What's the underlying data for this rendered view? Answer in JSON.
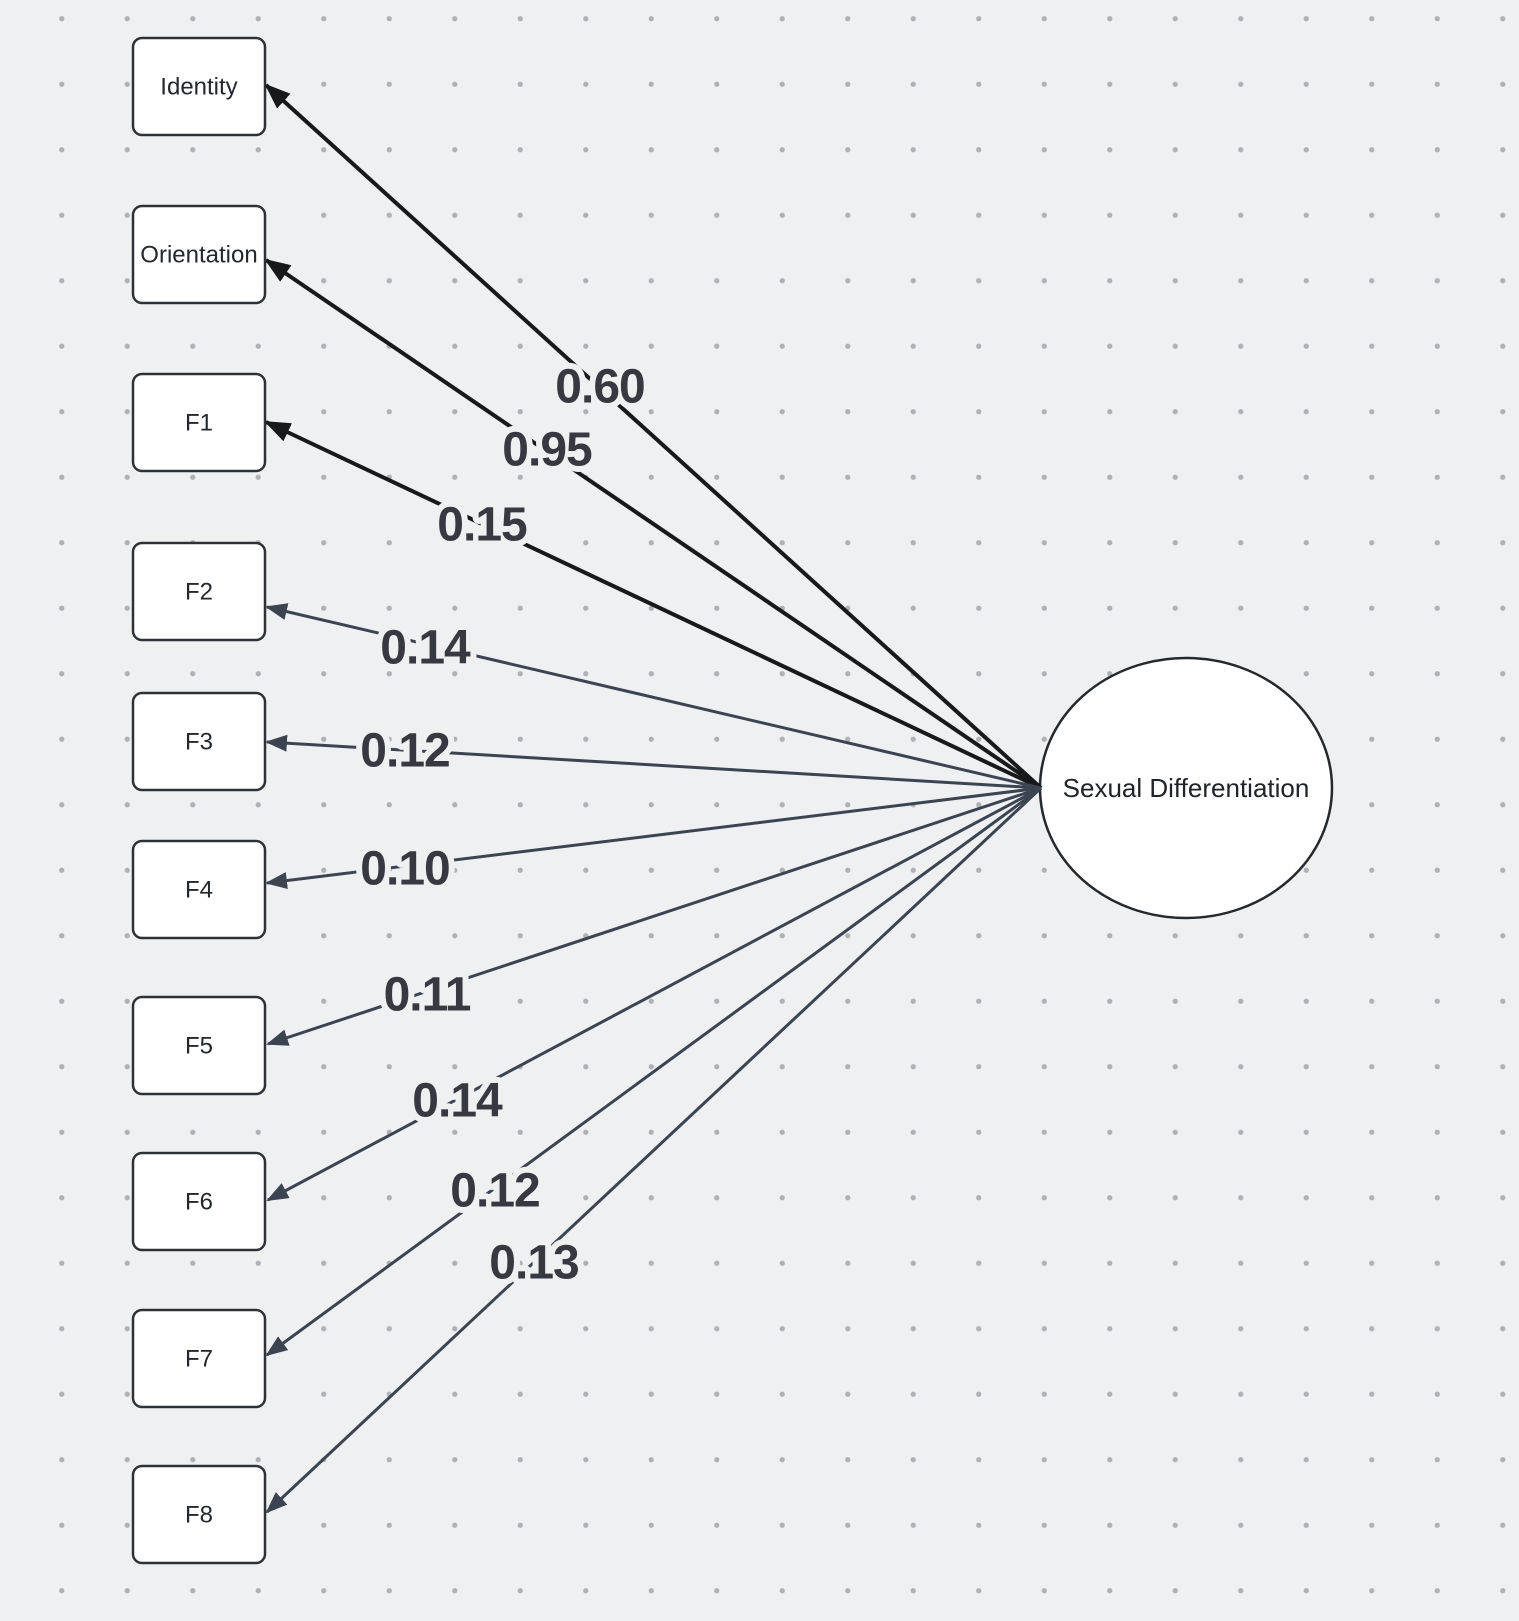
{
  "canvas": {
    "background_color": "#eef0f2",
    "dot_grid_color": "#aeb1b6"
  },
  "diagram": {
    "type": "path-diagram",
    "latent": {
      "label": "Sexual Differentiation"
    },
    "indicators": [
      {
        "label": "Identity",
        "coefficient": "0.60"
      },
      {
        "label": "Orientation",
        "coefficient": "0.95"
      },
      {
        "label": "F1",
        "coefficient": "0.15"
      },
      {
        "label": "F2",
        "coefficient": "0.14"
      },
      {
        "label": "F3",
        "coefficient": "0.12"
      },
      {
        "label": "F4",
        "coefficient": "0.10"
      },
      {
        "label": "F5",
        "coefficient": "0.11"
      },
      {
        "label": "F6",
        "coefficient": "0.14"
      },
      {
        "label": "F7",
        "coefficient": "0.12"
      },
      {
        "label": "F8",
        "coefficient": "0.13"
      }
    ],
    "colors": {
      "emphasis_edge": "#17191c",
      "edge": "#3c4452",
      "coefficient_text": "#363a40",
      "node_border": "#2e3236",
      "node_fill": "#ffffff"
    }
  }
}
